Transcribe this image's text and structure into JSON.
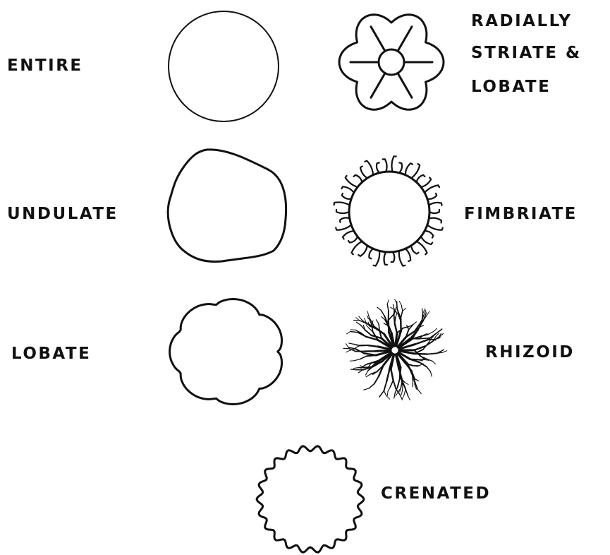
{
  "labels": {
    "entire": "ENTIRE",
    "radially_line1": "RADIALLY",
    "radially_line2": "STRIATE &",
    "radially_line3": "LOBATE",
    "undulate": "UNDULATE",
    "fimbriate": "FIMBRIATE",
    "lobate": "LOBATE",
    "rhizoid": "RHIZOID",
    "crenated": "CRENATED"
  },
  "colors": {
    "ink": "#111111",
    "background": "#ffffff"
  }
}
